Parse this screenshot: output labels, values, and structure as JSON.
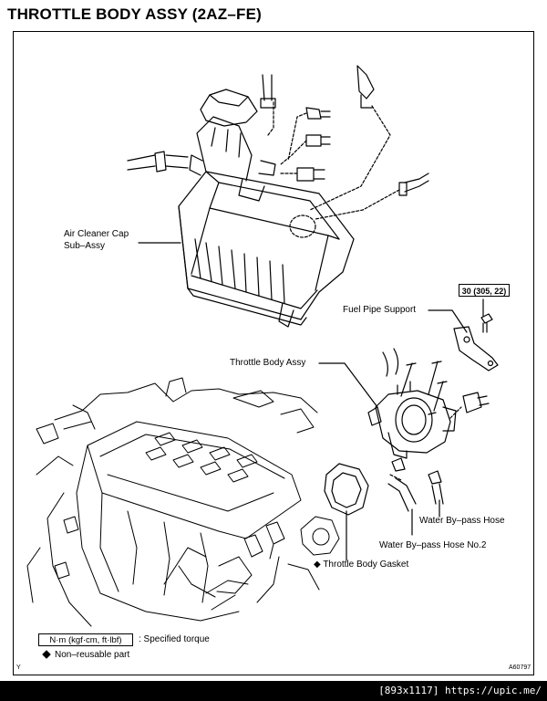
{
  "title": "THROTTLE BODY ASSY (2AZ–FE)",
  "labels": {
    "air_cleaner_line1": "Air Cleaner Cap",
    "air_cleaner_line2": "Sub–Assy",
    "fuel_pipe_support": "Fuel Pipe Support",
    "torque_spec": "30 (305, 22)",
    "throttle_body_assy": "Throttle Body Assy",
    "water_bypass_hose": "Water By–pass Hose",
    "water_bypass_hose_no2": "Water By–pass Hose No.2",
    "throttle_body_gasket": "Throttle Body Gasket"
  },
  "legend": {
    "torque_units": "N·m (kgf·cm, ft·lbf)",
    "torque_desc": ": Specified torque",
    "non_reusable_symbol": "◆",
    "non_reusable_desc": "Non–reusable part"
  },
  "corner_mark": "Y",
  "figure_id": "A60797",
  "footer_text": "[893x1117] https://upic.me/"
}
